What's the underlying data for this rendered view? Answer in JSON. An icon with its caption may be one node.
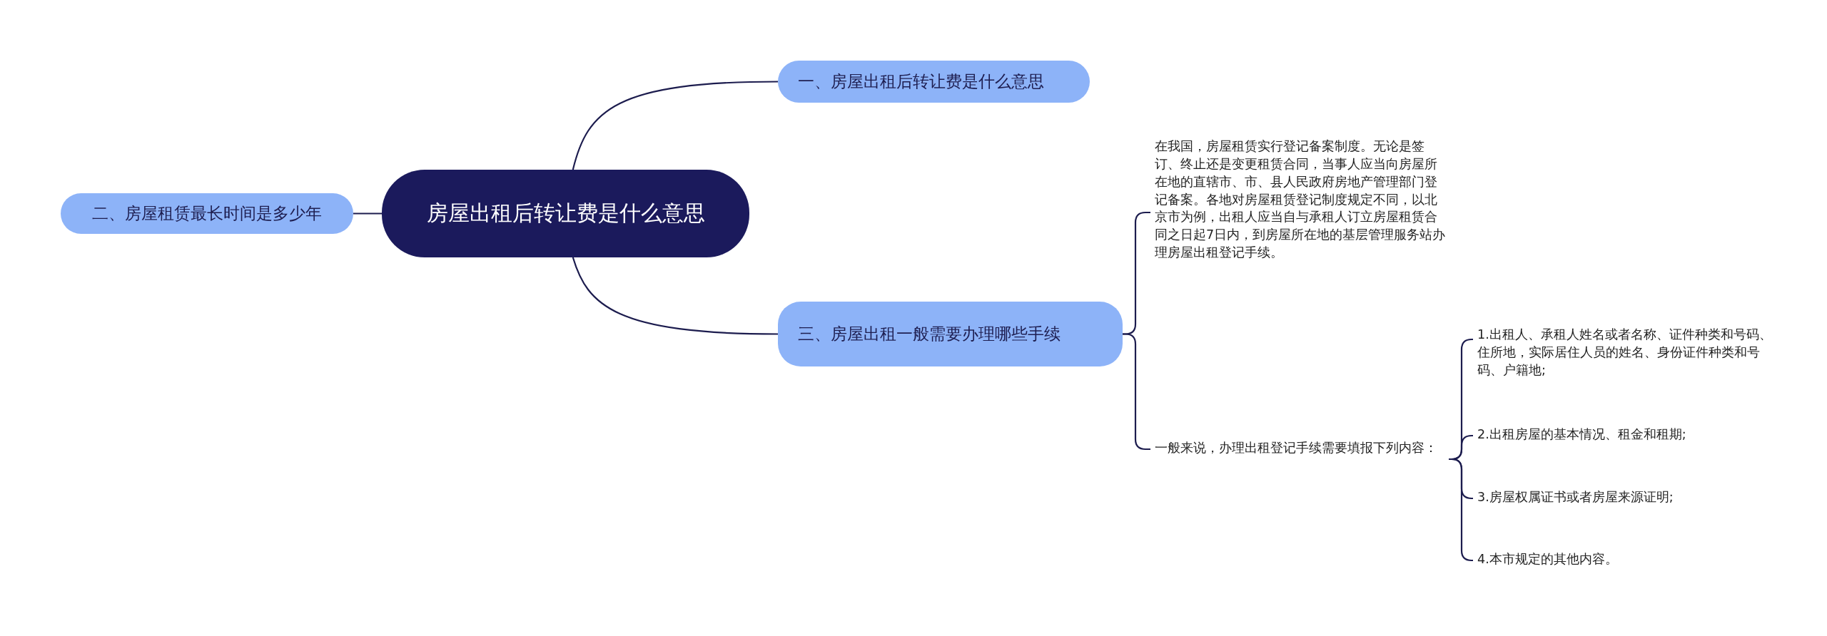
{
  "diagram": {
    "nodes": [
      {
        "text": [
          "房屋出租后转让费是什么意思"
        ]
      },
      {
        "text": [
          "一、房屋出租后转让费是什么意思"
        ]
      },
      {
        "text": [
          "二、房屋租赁最长时间是多少年"
        ]
      },
      {
        "text": [
          "三、房屋出租一般需要办理哪些手续"
        ]
      },
      {
        "text": [
          "在我国，房屋租赁实行登记备案制度。无论是签订、终止还是变更租赁合同，当事人应当向房屋所在地的直辖市、市、县人民政府房地产管理部门登记备案。各地对房屋租赁登记制度规定不同，以北京市为例，出租人应当自与承租人订立房屋租赁合同之日起7日内，到房屋所在地的基层管理服务站办理房屋出租登记手续。"
        ]
      },
      {
        "text": [
          "一般来说，办理出租登记手续需要填报下列内容："
        ]
      },
      {
        "text": [
          "1.出租人、承租人姓名或者名称、证件种类和号码、住所地，实际居住人员的姓名、身份证件种类和号码、户籍地;"
        ]
      },
      {
        "text": [
          "2.出租房屋的基本情况、租金和租期;"
        ]
      },
      {
        "text": [
          "3.房屋权属证书或者房屋来源证明;"
        ]
      },
      {
        "text": [
          "4.本市规定的其他内容。"
        ]
      }
    ],
    "edges": [
      {
        "from": 0,
        "to": 1,
        "arrow": "none"
      },
      {
        "from": 0,
        "to": 2,
        "arrow": "none"
      },
      {
        "from": 0,
        "to": 3,
        "arrow": "none"
      },
      {
        "from": 3,
        "to": 4,
        "arrow": "none"
      },
      {
        "from": 3,
        "to": 5,
        "arrow": "none"
      },
      {
        "from": 5,
        "to": 6,
        "arrow": "none"
      },
      {
        "from": 5,
        "to": 7,
        "arrow": "none"
      },
      {
        "from": 5,
        "to": 8,
        "arrow": "none"
      },
      {
        "from": 5,
        "to": 9,
        "arrow": "none"
      }
    ]
  }
}
